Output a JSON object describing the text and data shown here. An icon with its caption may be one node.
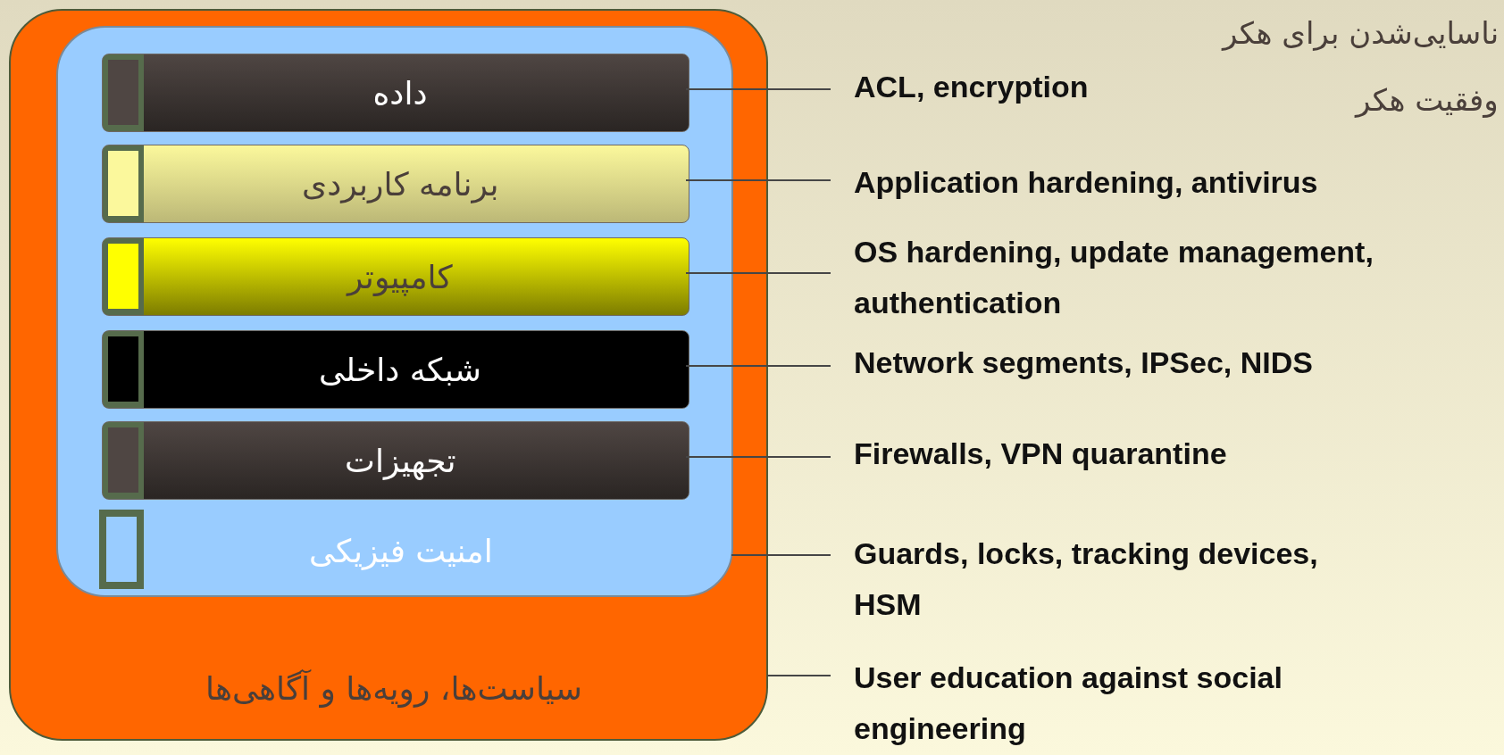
{
  "diagram": {
    "nodes": [
      {
        "text": [
          "سیاست‌ها، رویه‌ها و آگاهی‌ها"
        ]
      },
      {
        "text": [
          "امنیت فیزیکی"
        ],
        "in": 0
      },
      {
        "text": [
          "داده"
        ],
        "in": 1
      },
      {
        "text": [
          "برنامه کاربردی"
        ],
        "in": 1
      },
      {
        "text": [
          "کامپیوتر"
        ],
        "in": 1
      },
      {
        "text": [
          "شبکه داخلی"
        ],
        "in": 1
      },
      {
        "text": [
          "تجهیزات"
        ],
        "in": 1
      },
      {
        "text": [
          "ACL, encryption"
        ]
      },
      {
        "text": [
          "Application hardening, antivirus"
        ]
      },
      {
        "text": [
          "OS hardening, update management, authentication"
        ]
      },
      {
        "text": [
          "Network segments, IPSec, NIDS"
        ]
      },
      {
        "text": [
          "Firewalls, VPN quarantine"
        ]
      },
      {
        "text": [
          "Guards, locks, tracking devices, HSM"
        ]
      },
      {
        "text": [
          "User education against social engineering"
        ]
      }
    ],
    "edges": [
      {
        "from": 2,
        "to": 7,
        "arrow": "none"
      },
      {
        "from": 3,
        "to": 8,
        "arrow": "none"
      },
      {
        "from": 4,
        "to": 9,
        "arrow": "none"
      },
      {
        "from": 5,
        "to": 10,
        "arrow": "none"
      },
      {
        "from": 6,
        "to": 11,
        "arrow": "none"
      },
      {
        "from": 1,
        "to": 12,
        "arrow": "none"
      },
      {
        "from": 0,
        "to": 13,
        "arrow": "none"
      }
    ],
    "labels": [
      "ناسایی‌شدن برای هکر",
      "وفقیت هکر"
    ]
  }
}
